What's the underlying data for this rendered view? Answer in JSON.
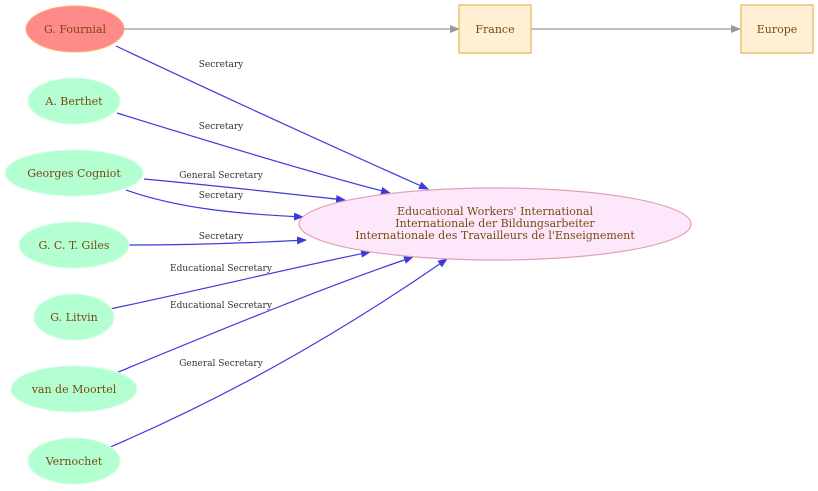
{
  "colors": {
    "person_fill": "#b3ffd1",
    "highlight_fill": "#ff8a8a",
    "org_fill": "#fde8fb",
    "org_stroke": "#e0a0b8",
    "place_fill": "#fff0d4",
    "place_stroke": "#e8b35a",
    "person_edge": "#3b3bdd",
    "place_edge": "#999999"
  },
  "nodes": {
    "fournial": "G. Fournial",
    "berthet": "A. Berthet",
    "cogniot": "Georges Cogniot",
    "giles": "G. C. T. Giles",
    "litvin": "G. Litvin",
    "moortel": "van de Moortel",
    "vernochet": "Vernochet",
    "org": {
      "line1": "Educational Workers' International",
      "line2": "Internationale der Bildungsarbeiter",
      "line3": "Internationale des Travailleurs de l'Enseignement"
    },
    "france": "France",
    "europe": "Europe"
  },
  "edges": {
    "fournial": "Secretary",
    "berthet": "Secretary",
    "cogniot_general": "General Secretary",
    "cogniot_secretary": "Secretary",
    "giles": "Secretary",
    "litvin": "Educational Secretary",
    "moortel": "Educational Secretary",
    "vernochet": "General Secretary"
  }
}
